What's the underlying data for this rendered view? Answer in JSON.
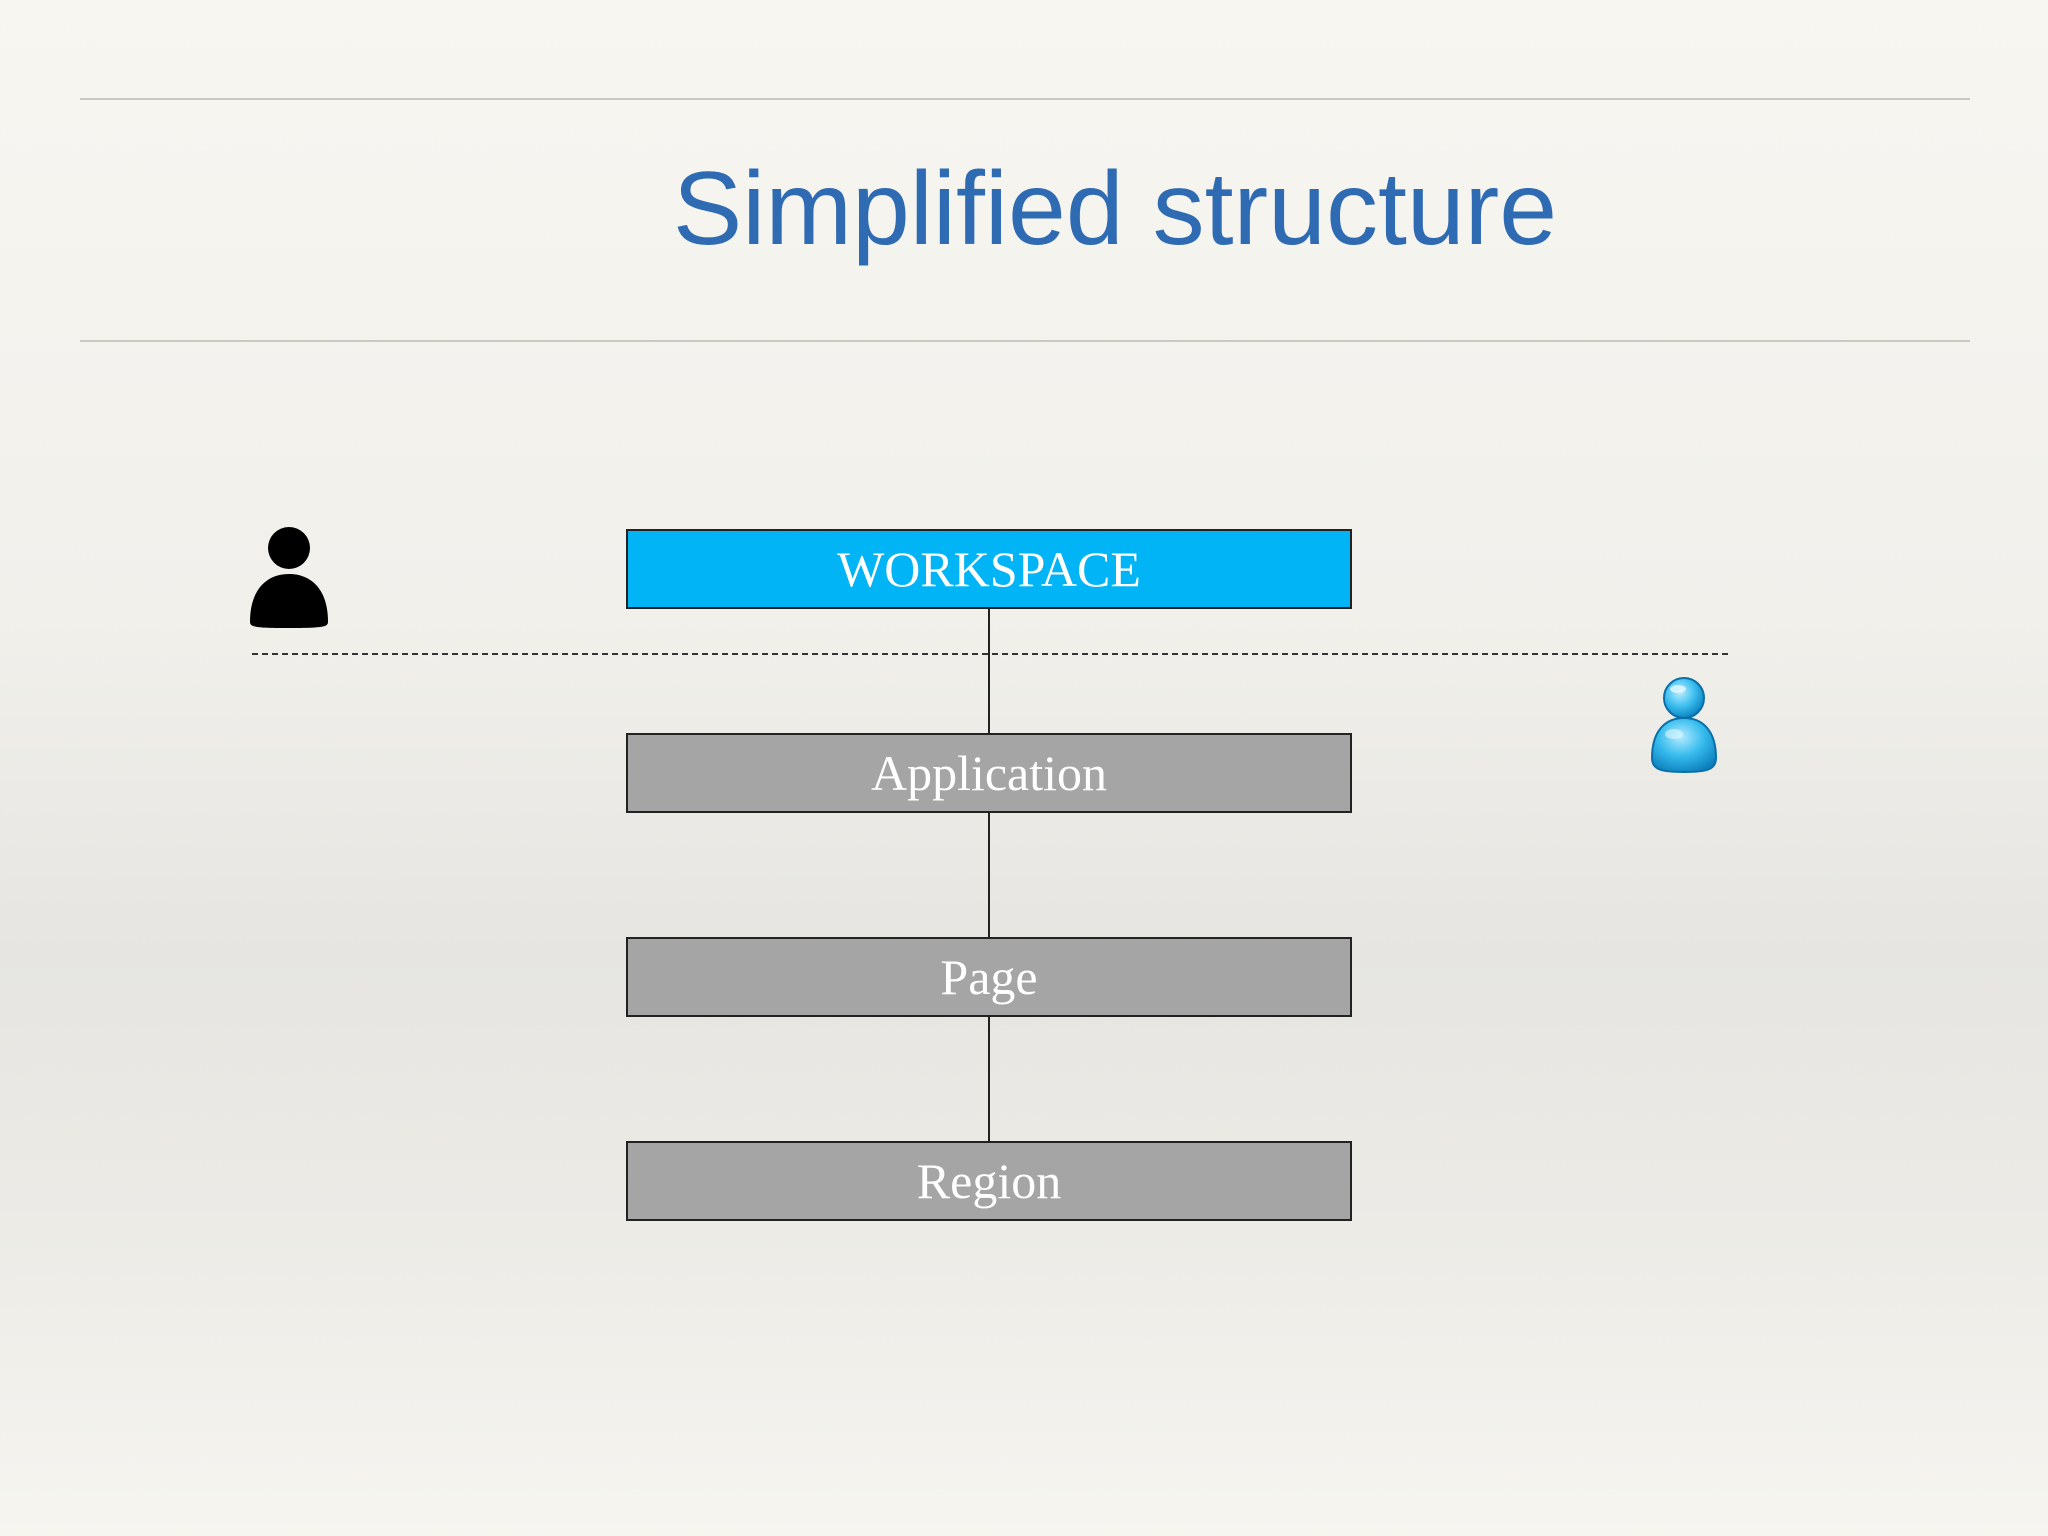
{
  "slide": {
    "title": "Simplified structure"
  },
  "diagram": {
    "levels": [
      {
        "label": "WORKSPACE",
        "color": "#00b4f5"
      },
      {
        "label": "Application",
        "color": "#a6a5a5"
      },
      {
        "label": "Page",
        "color": "#a6a5a5"
      },
      {
        "label": "Region",
        "color": "#a6a5a5"
      }
    ],
    "icons": {
      "left": "person-black-icon",
      "right": "person-blue-icon"
    }
  },
  "colors": {
    "title": "#2f6bb3",
    "accent": "#00b4f5",
    "box_gray": "#a6a5a5"
  }
}
